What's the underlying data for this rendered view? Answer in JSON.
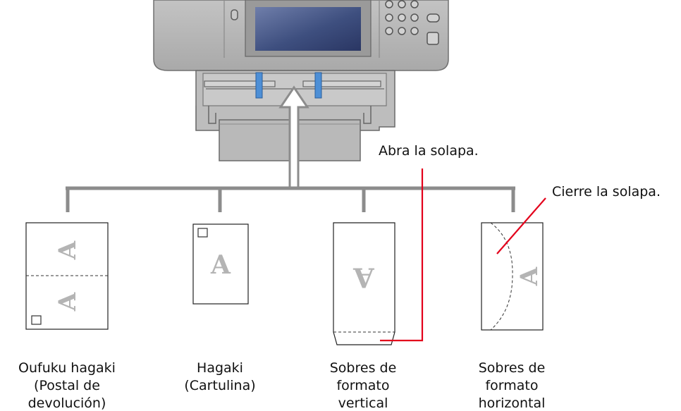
{
  "callouts": {
    "open_flap": "Abra la solapa.",
    "close_flap": "Cierre la solapa."
  },
  "media": [
    {
      "lines": [
        "Oufuku hagaki",
        "(Postal de",
        "devolución)"
      ]
    },
    {
      "lines": [
        "Hagaki",
        "(Cartulina)"
      ]
    },
    {
      "lines": [
        "Sobres de",
        "formato",
        "vertical"
      ]
    },
    {
      "lines": [
        "Sobres de",
        "formato",
        "horizontal"
      ]
    }
  ],
  "paper_mark": "A",
  "colors": {
    "connector": "#8c8c8c",
    "callout_line": "#e3001b",
    "printer_body": "#b9b9b9",
    "screen": "#4e5f8f",
    "paper_guide": "#4d8fd6",
    "glyph": "#b4b4b4"
  }
}
